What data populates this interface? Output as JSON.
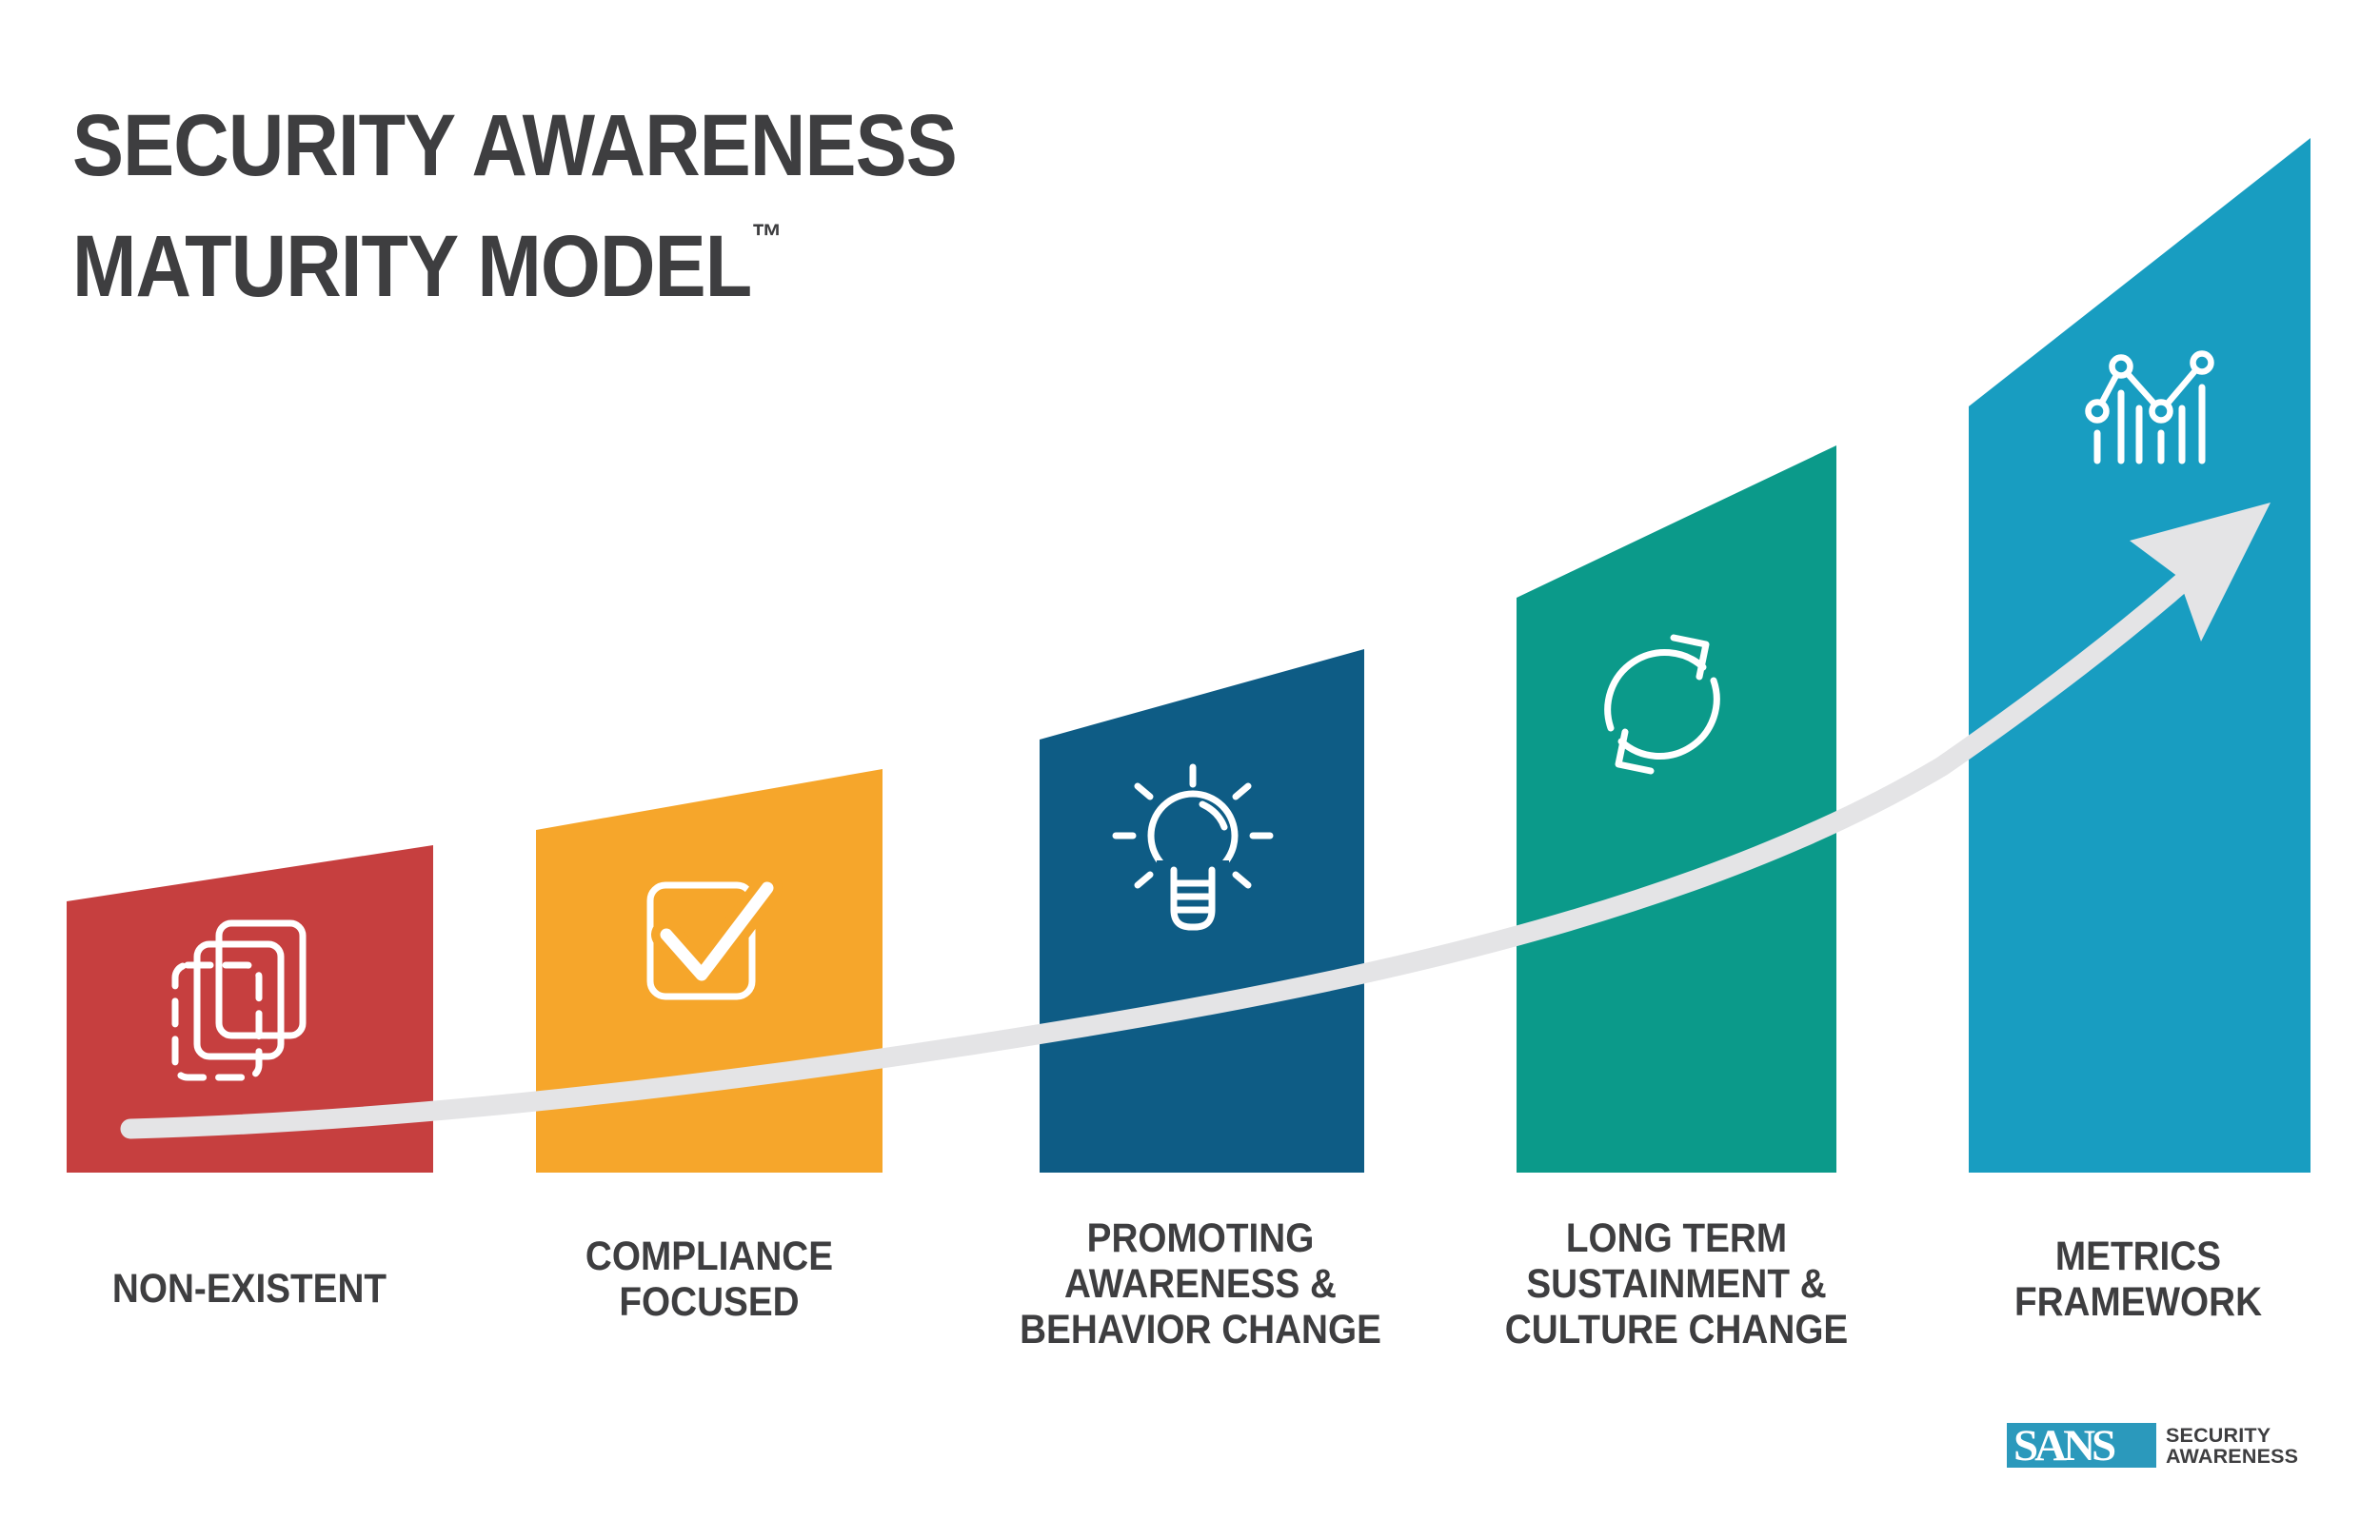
{
  "title": {
    "line1": "SECURITY AWARENESS",
    "line2": "MATURITY MODEL",
    "tm": "™"
  },
  "stages": [
    {
      "label": "NON-EXISTENT",
      "lines": [
        "NON-EXISTENT"
      ],
      "color": "#C63F3F",
      "icon": "stacked-pages-icon"
    },
    {
      "label": "COMPLIANCE FOCUSED",
      "lines": [
        "COMPLIANCE",
        "FOCUSED"
      ],
      "color": "#F6A62B",
      "icon": "checkbox-icon"
    },
    {
      "label": "PROMOTING AWARENESS & BEHAVIOR CHANGE",
      "lines": [
        "PROMOTING",
        "AWARENESS &",
        "BEHAVIOR CHANGE"
      ],
      "color": "#0E5C85",
      "icon": "lightbulb-icon"
    },
    {
      "label": "LONG TERM SUSTAINMENT & CULTURE CHANGE",
      "lines": [
        "LONG TERM",
        "SUSTAINMENT &",
        "CULTURE CHANGE"
      ],
      "color": "#0B9A8A",
      "icon": "sync-arrows-icon"
    },
    {
      "label": "METRICS FRAMEWORK",
      "lines": [
        "METRICS",
        "FRAMEWORK"
      ],
      "color": "#189DC1",
      "icon": "metrics-chart-icon"
    }
  ],
  "curve": {
    "color": "#E4E4E6"
  },
  "logo": {
    "sans": "SANS",
    "line1": "SECURITY",
    "line2": "AWARENESS",
    "box_color": "#2B99BC",
    "text_color": "#3E3E40"
  },
  "chart_data": {
    "type": "bar",
    "categories": [
      "NON-EXISTENT",
      "COMPLIANCE FOCUSED",
      "PROMOTING AWARENESS & BEHAVIOR CHANGE",
      "LONG TERM SUSTAINMENT & CULTURE CHANGE",
      "METRICS FRAMEWORK"
    ],
    "values": [
      315,
      392,
      502,
      684,
      946
    ],
    "title": "Security Awareness Maturity Model",
    "xlabel": "",
    "ylabel": "",
    "note": "values are approximate bar heights in px at bar centers; tops slant upward left-to-right"
  }
}
